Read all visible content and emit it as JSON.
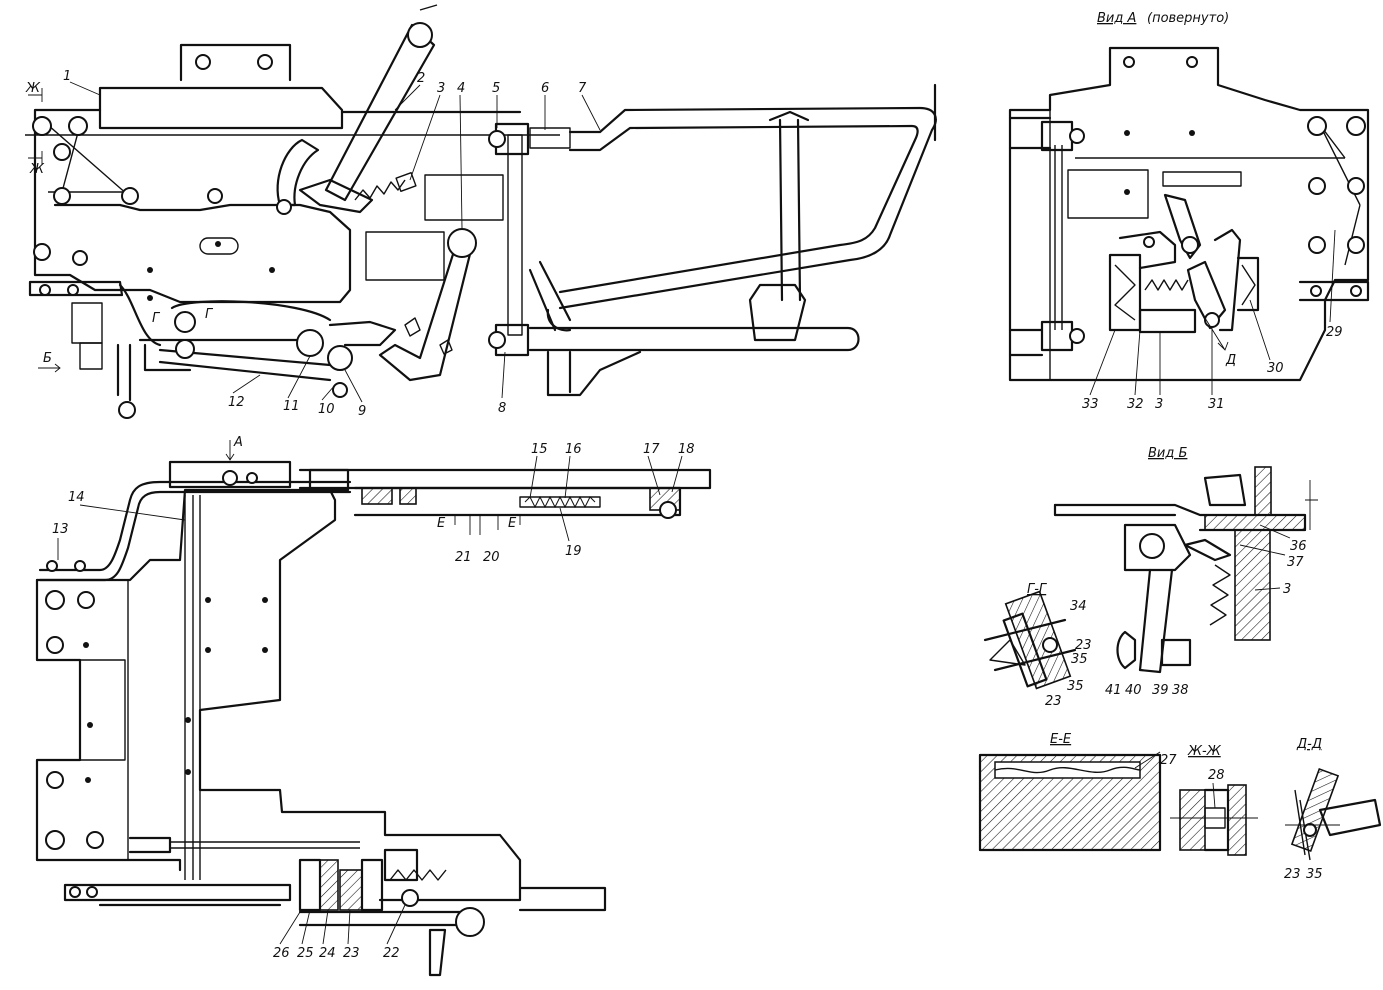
{
  "view_titles": {
    "view_a": "Вид А",
    "view_a_note": "(повернуто)",
    "view_b": "Вид Б",
    "section_g": "Г-Г",
    "section_e": "Е-Е",
    "section_zh": "Ж-Ж",
    "section_d": "Д-Д"
  },
  "markers": {
    "a": "А",
    "b": "Б",
    "zh": "Ж",
    "g": "Г",
    "e": "Е",
    "d": "Д"
  },
  "parts": {
    "p1": "1",
    "p2": "2",
    "p3": "3",
    "p4": "4",
    "p5": "5",
    "p6": "6",
    "p7": "7",
    "p8": "8",
    "p9": "9",
    "p10": "10",
    "p11": "11",
    "p12": "12",
    "p13": "13",
    "p14": "14",
    "p15": "15",
    "p16": "16",
    "p17": "17",
    "p18": "18",
    "p19": "19",
    "p20": "20",
    "p21": "21",
    "p22": "22",
    "p23": "23",
    "p24": "24",
    "p25": "25",
    "p26": "26",
    "p27": "27",
    "p28": "28",
    "p29": "29",
    "p30": "30",
    "p31": "31",
    "p32": "32",
    "p33": "33",
    "p34": "34",
    "p35": "35",
    "p36": "36",
    "p37": "37",
    "p38": "38",
    "p39": "39",
    "p40": "40",
    "p41": "41"
  }
}
